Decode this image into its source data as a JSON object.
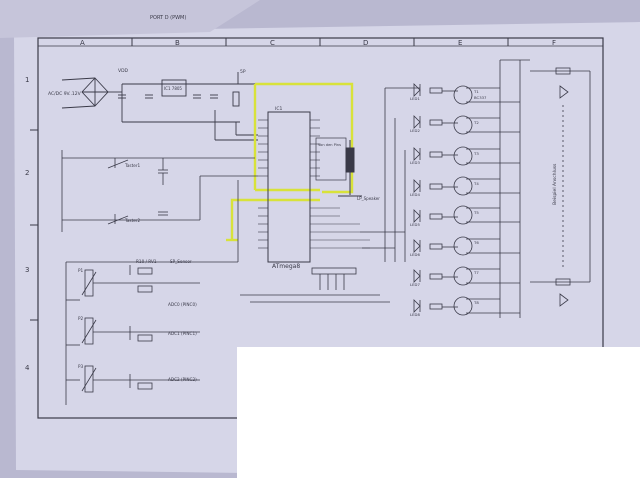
{
  "header_text": "PORT D (PWM)",
  "columns": [
    "A",
    "B",
    "C",
    "D",
    "E",
    "F"
  ],
  "rows": [
    "1",
    "2",
    "3",
    "4"
  ],
  "power": {
    "vdd": "VDD",
    "vin": "AC/DC 9V..12V",
    "vp": "5P",
    "reg": "IC1 7805"
  },
  "mcu": {
    "name": "ATmega8",
    "ref": "IC1"
  },
  "buttons": [
    "Taster1",
    "Taster2"
  ],
  "speaker": {
    "label": "LP_Speaker",
    "note": "Von den Pins"
  },
  "pots": {
    "p1": "P1",
    "p2": "P2",
    "p3": "P3",
    "r10": "R10 / RV1",
    "sp_sensor": "SP_Sensor",
    "adc0": "ADC0 (PINC0)",
    "adc1": "ADC1 (PINC1)",
    "adc2": "ADC2 (PINC2)"
  },
  "leds": [
    "LED1",
    "LED2",
    "LED3",
    "LED4",
    "LED5",
    "LED6",
    "LED7",
    "LED8"
  ],
  "transistors": [
    "T1",
    "T2",
    "T3",
    "T4",
    "T5",
    "T6",
    "T7",
    "T8"
  ],
  "transistor_type": "BC337",
  "right_note": "Beispiel Anschluss",
  "colors": {
    "paper": "#d8d8ea",
    "ink": "#3a3a48",
    "highlight": "#d8e23a",
    "wall": "#b9b8d0"
  }
}
